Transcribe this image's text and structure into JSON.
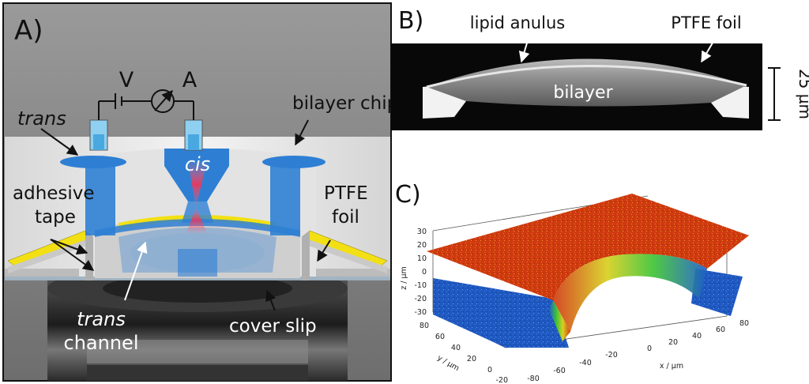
{
  "panels": {
    "a": {
      "label": "A)",
      "voltage": "V",
      "ammeter": "A",
      "trans_top": "trans",
      "cis": "cis",
      "bilayer_chip": "bilayer chip",
      "adhesive_1": "adhesive",
      "adhesive_2": "tape",
      "ptfe_1": "PTFE",
      "ptfe_2": "foil",
      "trans_channel_1": "trans",
      "trans_channel_2": "channel",
      "cover_slip": "cover slip"
    },
    "b": {
      "label": "B)",
      "lipid_anulus": "lipid anulus",
      "ptfe_foil": "PTFE foil",
      "bilayer": "bilayer",
      "scale": "25 µm"
    },
    "c": {
      "label": "C)",
      "z_axis_label": "z / µm",
      "y_axis_label": "y / µm",
      "x_axis_label": "x / µm",
      "z_ticks": [
        "30",
        "20",
        "10",
        "0",
        "-10",
        "-20",
        "-30"
      ],
      "y_ticks": [
        "80",
        "60",
        "40",
        "20",
        "0",
        "-20"
      ],
      "x_ticks": [
        "-80",
        "-60",
        "-40",
        "-20",
        "0",
        "20",
        "40",
        "60",
        "80"
      ]
    }
  },
  "colors": {
    "blue": "#2e7fd4",
    "yellow": "#f2e014",
    "surface_red": "#d23a12",
    "surface_green": "#3fc435",
    "surface_blue": "#1f5fc8"
  }
}
